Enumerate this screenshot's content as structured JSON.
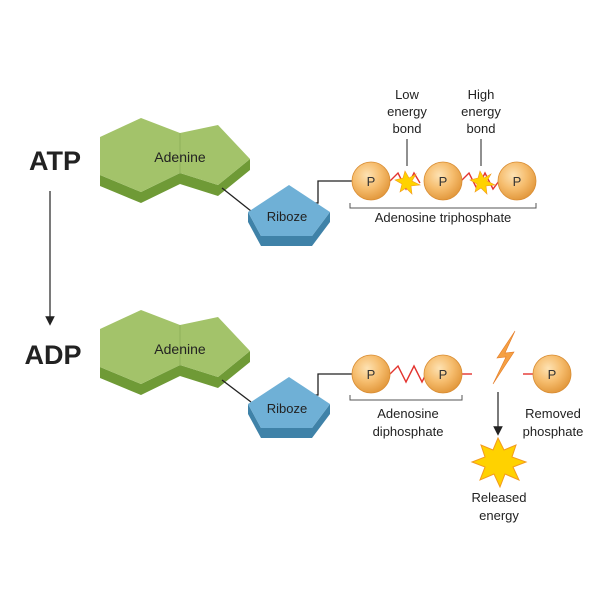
{
  "atp": {
    "title": "ATP",
    "adenine_label": "Adenine",
    "riboze_label": "Riboze",
    "phosphate_labels": [
      "P",
      "P",
      "P"
    ],
    "low_bond_label": [
      "Low",
      "energy",
      "bond"
    ],
    "high_bond_label": [
      "High",
      "energy",
      "bond"
    ],
    "group_label": "Adenosine triphosphate"
  },
  "adp": {
    "title": "ADP",
    "adenine_label": "Adenine",
    "riboze_label": "Riboze",
    "phosphate_labels": [
      "P",
      "P"
    ],
    "group_label": [
      "Adenosine",
      "diphosphate"
    ]
  },
  "removed": {
    "phosphate_label": "P",
    "label": [
      "Removed",
      "phosphate"
    ]
  },
  "released": {
    "label": [
      "Released",
      "energy"
    ]
  },
  "colors": {
    "adenine_top": "#a3c36a",
    "adenine_side": "#6f9a36",
    "riboze_top": "#6fb0d6",
    "riboze_side": "#3f82a8",
    "phosphate": "#f3b766",
    "bond": "#e3342f",
    "spark": "#ffd200"
  }
}
